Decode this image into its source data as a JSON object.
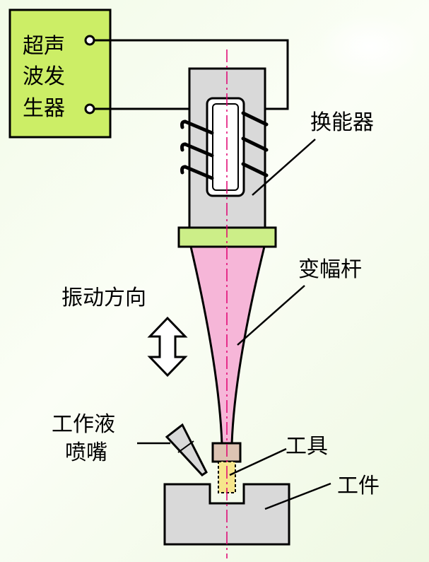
{
  "generator": {
    "label_line1": "超声",
    "label_line2": "波发",
    "label_line3": "生器"
  },
  "labels": {
    "transducer": "换能器",
    "horn": "变幅杆",
    "vibration": "振动方向",
    "nozzle_line1": "工作液",
    "nozzle_line2": "喷嘴",
    "tool": "工具",
    "workpiece": "工件"
  },
  "colors": {
    "generator_fill": "#ccee66",
    "body_gray": "#d9d9d9",
    "flange": "#ccee88",
    "horn_pink": "#f6b6d8",
    "tool_tan": "#ddc3b3",
    "tool_tip": "#f6e68c",
    "centerline": "#e00070"
  }
}
